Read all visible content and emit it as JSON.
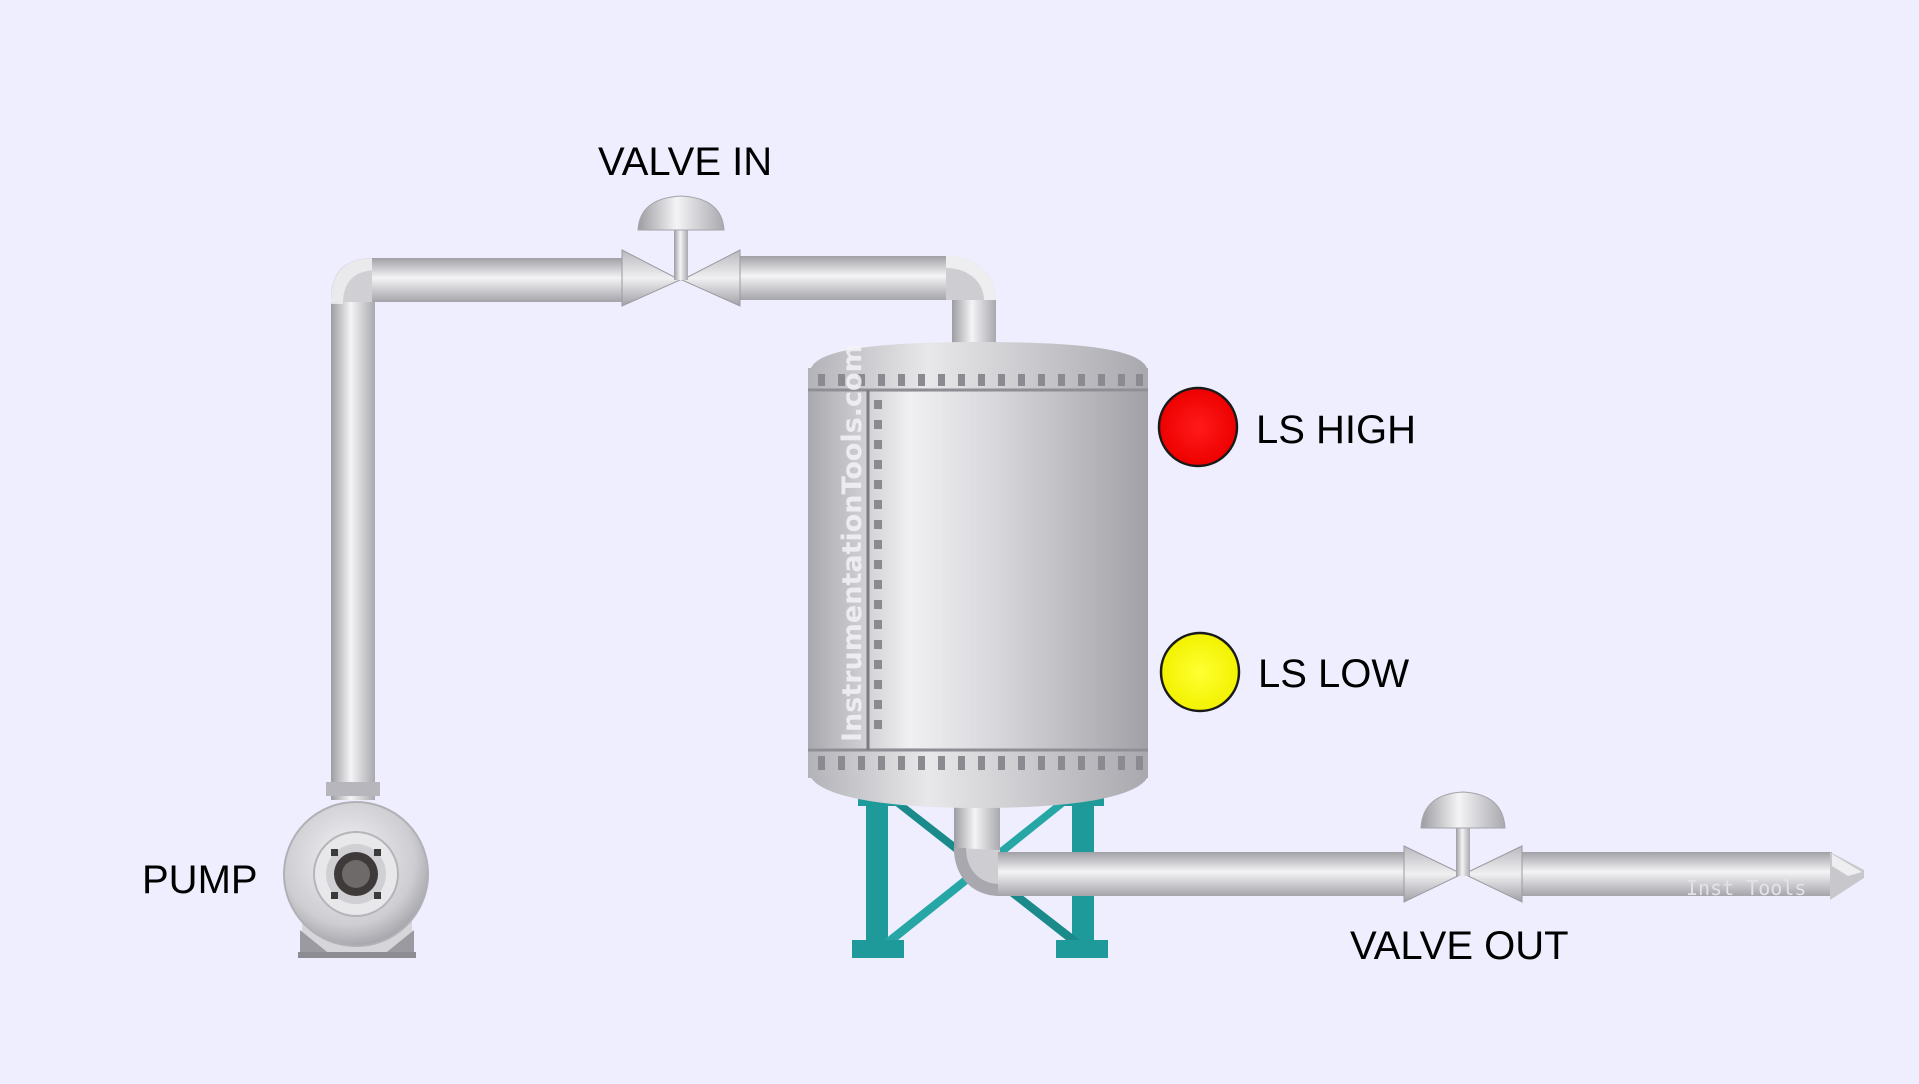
{
  "labels": {
    "valve_in": "VALVE IN",
    "valve_out": "VALVE OUT",
    "pump": "PUMP",
    "ls_high": "LS HIGH",
    "ls_low": "LS LOW"
  },
  "watermarks": {
    "tank": "InstrumentationTools.com",
    "pipe": "Inst Tools"
  },
  "colors": {
    "background": "#eeeefe",
    "ls_high_indicator": "#ff0000",
    "ls_low_indicator": "#ffff00",
    "tank_stand": "#1f9a9a"
  },
  "indicators": {
    "ls_high": "red",
    "ls_low": "yellow"
  }
}
